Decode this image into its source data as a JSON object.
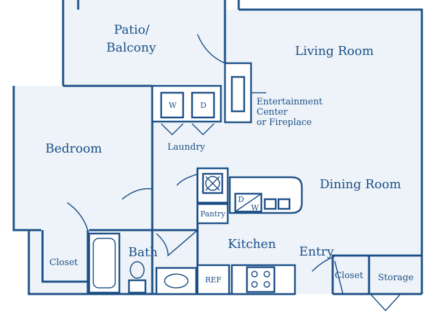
{
  "rooms": {
    "patio_line1": "Patio/",
    "patio_line2": "Balcony",
    "living": "Living Room",
    "bedroom": "Bedroom",
    "laundry": "Laundry",
    "dining": "Dining Room",
    "kitchen": "Kitchen",
    "bath": "Bath",
    "entry": "Entry",
    "closet_bedroom": "Closet",
    "closet_entry": "Closet",
    "storage": "Storage",
    "pantry": "Pantry"
  },
  "fixtures": {
    "washer": "W",
    "dryer": "D",
    "dishwasher_d": "D",
    "dishwasher_w": "W",
    "fridge": "REF"
  },
  "annotation": {
    "line1": "Entertainment",
    "line2": "Center",
    "line3": "or Fireplace"
  },
  "colors": {
    "wall": "#1c4f86",
    "floor": "#edf3f9"
  }
}
